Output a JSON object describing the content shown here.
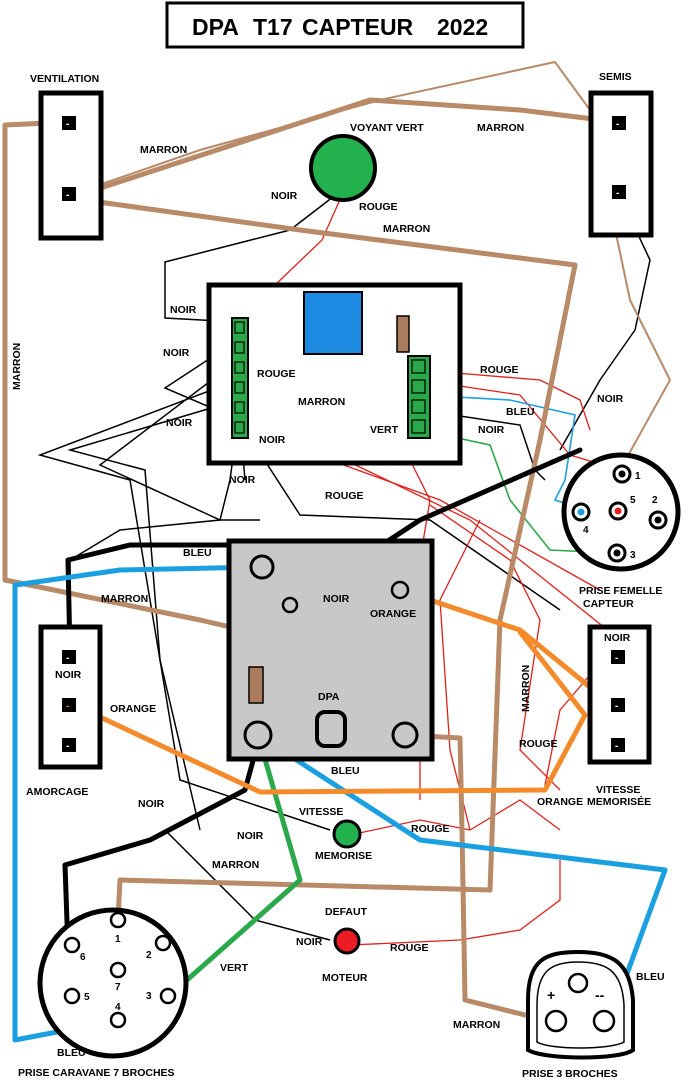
{
  "title": {
    "part1": "DPA",
    "part2": "T17",
    "part3": "CAPTEUR",
    "part4": "2022"
  },
  "colors": {
    "marron": "#b88a68",
    "noir": "#000000",
    "rouge": "#e0201c",
    "bleu": "#1aa0e0",
    "vert": "#2aa84a",
    "orange": "#f58a2a",
    "box_gray": "#c8c8c8",
    "relay_blue": "#1c8ae0",
    "resistor": "#a87c5c",
    "term_green": "#2aa84a",
    "led_green": "#22b14c",
    "led_red": "#ed1c24"
  },
  "components": {
    "ventilation": "VENTILATION",
    "semis": "SEMIS",
    "voyant_vert": "VOYANT VERT",
    "amorcage": "AMORCAGE",
    "dpa": "DPA",
    "prise_femelle_1": "PRISE FEMELLE",
    "prise_femelle_2": "CAPTEUR",
    "vitesse_memorisee_1": "VITESSE",
    "vitesse_memorisee_2": "MEMORISÉE",
    "vitesse_memorise_led_1": "VITESSE",
    "vitesse_memorise_led_2": "MEMORISE",
    "defaut": "DEFAUT",
    "moteur": "MOTEUR",
    "prise_caravane": "PRISE CARAVANE 7 BROCHES",
    "prise_3": "PRISE 3 BROCHES"
  },
  "wire_labels": {
    "marron": "MARRON",
    "noir": "NOIR",
    "rouge": "ROUGE",
    "bleu": "BLEU",
    "vert": "VERT",
    "orange": "ORANGE"
  },
  "symbols": {
    "minus": "-",
    "plus": "+",
    "minus2": "--"
  },
  "pins_caravane": [
    "1",
    "2",
    "3",
    "4",
    "5",
    "6",
    "7"
  ],
  "pins_capteur": [
    "1",
    "2",
    "3",
    "4",
    "5"
  ]
}
